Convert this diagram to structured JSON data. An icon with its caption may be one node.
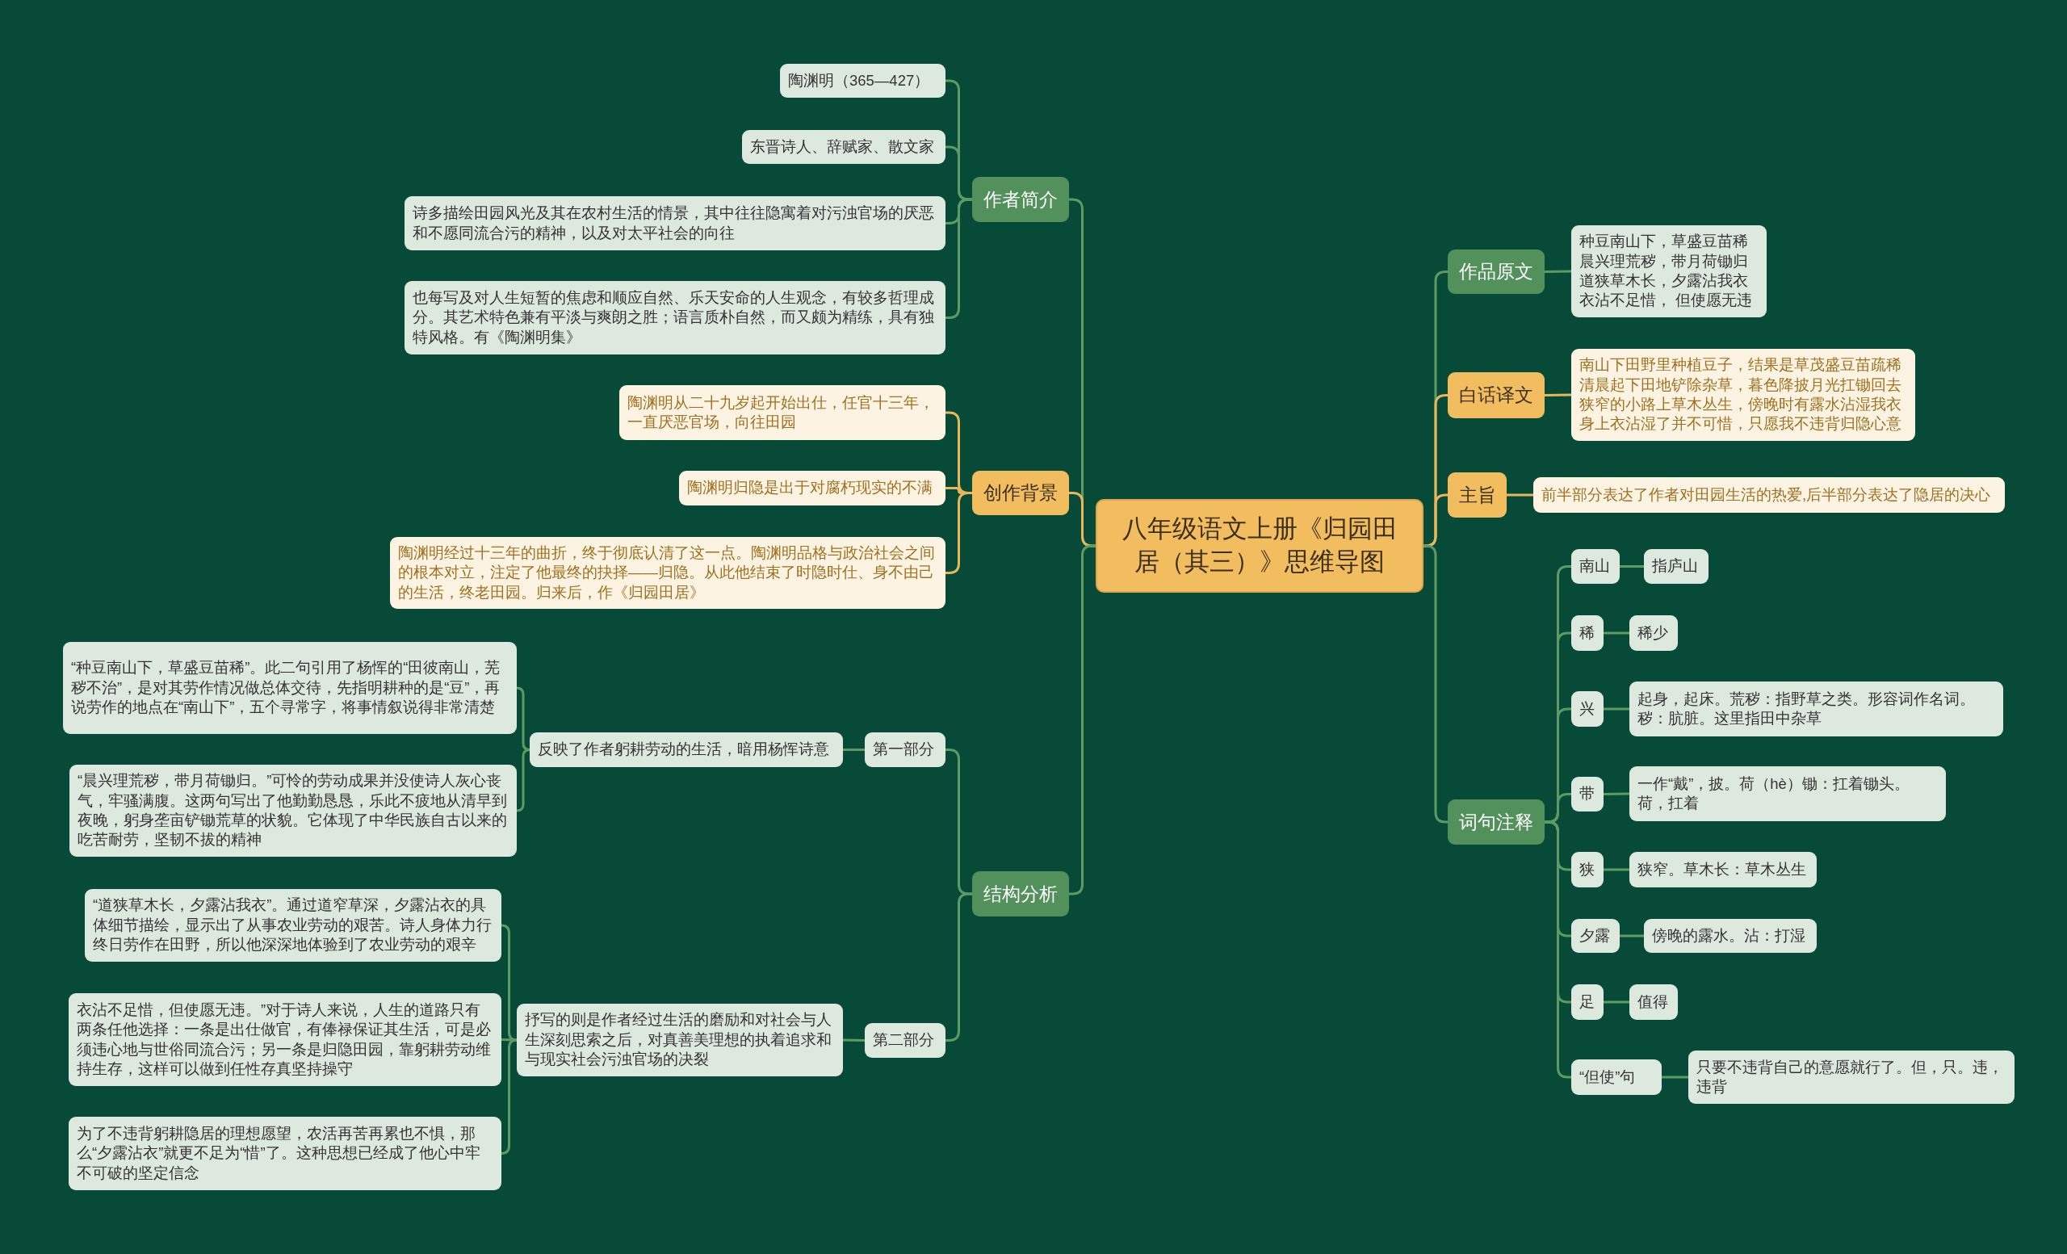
{
  "diagram": {
    "nodes": [
      {
        "text": [
          "八年级语文上册《归园田居（其三）》思维导图"
        ]
      },
      {
        "text": [
          "作者简介"
        ]
      },
      {
        "text": [
          "陶渊明（365—427）"
        ]
      },
      {
        "text": [
          "东晋诗人、辞赋家、散文家"
        ]
      },
      {
        "text": [
          "诗多描绘田园风光及其在农村生活的情景，其中往往隐寓着对污浊官场的厌恶和不愿同流合污的精神，以及对太平社会的向往"
        ]
      },
      {
        "text": [
          "也每写及对人生短暂的焦虑和顺应自然、乐天安命的人生观念，有较多哲理成分。其艺术特色兼有平淡与爽朗之胜；语言质朴自然，而又颇为精练，具有独特风格。有《陶渊明集》"
        ]
      },
      {
        "text": [
          "创作背景"
        ]
      },
      {
        "text": [
          "陶渊明从二十九岁起开始出仕，任官十三年，一直厌恶官场，向往田园"
        ]
      },
      {
        "text": [
          "陶渊明归隐是出于对腐朽现实的不满"
        ]
      },
      {
        "text": [
          "陶渊明经过十三年的曲折，终于彻底认清了这一点。陶渊明品格与政治社会之间的根本对立，注定了他最终的抉择——归隐。从此他结束了时隐时仕、身不由己的生活，终老田园。归来后，作《归园田居》"
        ]
      },
      {
        "text": [
          "结构分析"
        ]
      },
      {
        "text": [
          "第一部分"
        ]
      },
      {
        "text": [
          "反映了作者躬耕劳动的生活，暗用杨恽诗意"
        ]
      },
      {
        "text": [
          "“种豆南山下，草盛豆苗稀”。此二句引用了杨恽的“田彼南山，芜秽不治”，是对其劳作情况做总体交待，先指明耕种的是“豆”，再说劳作的地点在“南山下”，五个寻常字，将事情叙说得非常清楚"
        ]
      },
      {
        "text": [
          "“晨兴理荒秽，带月荷锄归。”可怜的劳动成果并没使诗人灰心丧气，牢骚满腹。这两句写出了他勤勤恳恳，乐此不疲地从清早到夜晚，躬身垄亩铲锄荒草的状貌。它体现了中华民族自古以来的吃苦耐劳，坚韧不拔的精神"
        ]
      },
      {
        "text": [
          "第二部分"
        ]
      },
      {
        "text": [
          "抒写的则是作者经过生活的磨励和对社会与人生深刻思索之后，对真善美理想的执着追求和与现实社会污浊官场的决裂"
        ]
      },
      {
        "text": [
          "“道狭草木长，夕露沾我衣”。通过道窄草深，夕露沾衣的具体细节描绘，显示出了从事农业劳动的艰苦。诗人身体力行终日劳作在田野，所以他深深地体验到了农业劳动的艰辛"
        ]
      },
      {
        "text": [
          "衣沾不足惜，但使愿无违。”对于诗人来说，人生的道路只有两条任他选择：一条是出仕做官，有俸禄保证其生活，可是必须违心地与世俗同流合污；另一条是归隐田园，靠躬耕劳动维持生存，这样可以做到任性存真坚持操守"
        ]
      },
      {
        "text": [
          "为了不违背躬耕隐居的理想愿望，农活再苦再累也不惧，那么“夕露沾衣”就更不足为“惜”了。这种思想已经成了他心中牢不可破的坚定信念"
        ]
      },
      {
        "text": [
          "作品原文"
        ]
      },
      {
        "text": [
          "种豆南山下，草盛豆苗稀晨兴理荒秽，带月荷锄归道狭草木长，夕露沾我衣衣沾不足惜， 但使愿无违"
        ]
      },
      {
        "text": [
          "白话译文"
        ]
      },
      {
        "text": [
          "南山下田野里种植豆子，结果是草茂盛豆苗疏稀清晨起下田地铲除杂草，暮色降披月光扛锄回去狭窄的小路上草木丛生，傍晚时有露水沾湿我衣身上衣沾湿了并不可惜，只愿我不违背归隐心意"
        ]
      },
      {
        "text": [
          "主旨"
        ]
      },
      {
        "text": [
          "前半部分表达了作者对田园生活的热爱,后半部分表达了隐居的决心"
        ]
      },
      {
        "text": [
          "词句注释"
        ]
      },
      {
        "text": [
          "南山"
        ]
      },
      {
        "text": [
          "指庐山"
        ]
      },
      {
        "text": [
          "稀"
        ]
      },
      {
        "text": [
          "稀少"
        ]
      },
      {
        "text": [
          "兴"
        ]
      },
      {
        "text": [
          "起身，起床。荒秽：指野草之类。形容词作名词。秽：肮脏。这里指田中杂草"
        ]
      },
      {
        "text": [
          "带"
        ]
      },
      {
        "text": [
          "一作“戴”，披。荷（hè）锄：扛着锄头。荷，扛着"
        ]
      },
      {
        "text": [
          "狭"
        ]
      },
      {
        "text": [
          "狭窄。草木长：草木丛生"
        ]
      },
      {
        "text": [
          "夕露"
        ]
      },
      {
        "text": [
          "傍晚的露水。沾：打湿"
        ]
      },
      {
        "text": [
          "足"
        ]
      },
      {
        "text": [
          "值得"
        ]
      },
      {
        "text": [
          "“但使”句"
        ]
      },
      {
        "text": [
          "只要不违背自己的意愿就行了。但，只。违，违背"
        ]
      }
    ],
    "edges": [
      {
        "from": 0,
        "to": 1,
        "arrow": "none"
      },
      {
        "from": 1,
        "to": 2,
        "arrow": "none"
      },
      {
        "from": 1,
        "to": 3,
        "arrow": "none"
      },
      {
        "from": 1,
        "to": 4,
        "arrow": "none"
      },
      {
        "from": 1,
        "to": 5,
        "arrow": "none"
      },
      {
        "from": 0,
        "to": 6,
        "arrow": "none",
        "color": "#e9b65c"
      },
      {
        "from": 6,
        "to": 7,
        "arrow": "none",
        "color": "#e9b65c"
      },
      {
        "from": 6,
        "to": 8,
        "arrow": "none",
        "color": "#e9b65c"
      },
      {
        "from": 6,
        "to": 9,
        "arrow": "none",
        "color": "#e9b65c"
      },
      {
        "from": 0,
        "to": 10,
        "arrow": "none"
      },
      {
        "from": 10,
        "to": 11,
        "arrow": "none"
      },
      {
        "from": 11,
        "to": 12,
        "arrow": "none"
      },
      {
        "from": 12,
        "to": 13,
        "arrow": "none"
      },
      {
        "from": 12,
        "to": 14,
        "arrow": "none"
      },
      {
        "from": 10,
        "to": 15,
        "arrow": "none"
      },
      {
        "from": 15,
        "to": 16,
        "arrow": "none"
      },
      {
        "from": 16,
        "to": 17,
        "arrow": "none"
      },
      {
        "from": 16,
        "to": 18,
        "arrow": "none"
      },
      {
        "from": 16,
        "to": 19,
        "arrow": "none"
      },
      {
        "from": 0,
        "to": 20,
        "arrow": "none"
      },
      {
        "from": 20,
        "to": 21,
        "arrow": "none"
      },
      {
        "from": 0,
        "to": 22,
        "arrow": "none",
        "color": "#e9b65c"
      },
      {
        "from": 22,
        "to": 23,
        "arrow": "none",
        "color": "#e9b65c"
      },
      {
        "from": 0,
        "to": 24,
        "arrow": "none",
        "color": "#e9b65c"
      },
      {
        "from": 24,
        "to": 25,
        "arrow": "none",
        "color": "#e9b65c"
      },
      {
        "from": 0,
        "to": 26,
        "arrow": "none"
      },
      {
        "from": 26,
        "to": 27,
        "arrow": "none"
      },
      {
        "from": 27,
        "to": 28,
        "arrow": "none"
      },
      {
        "from": 26,
        "to": 29,
        "arrow": "none"
      },
      {
        "from": 29,
        "to": 30,
        "arrow": "none"
      },
      {
        "from": 26,
        "to": 31,
        "arrow": "none"
      },
      {
        "from": 31,
        "to": 32,
        "arrow": "none"
      },
      {
        "from": 26,
        "to": 33,
        "arrow": "none"
      },
      {
        "from": 33,
        "to": 34,
        "arrow": "none"
      },
      {
        "from": 26,
        "to": 35,
        "arrow": "none"
      },
      {
        "from": 35,
        "to": 36,
        "arrow": "none"
      },
      {
        "from": 26,
        "to": 37,
        "arrow": "none"
      },
      {
        "from": 37,
        "to": 38,
        "arrow": "none"
      },
      {
        "from": 26,
        "to": 39,
        "arrow": "none"
      },
      {
        "from": 39,
        "to": 40,
        "arrow": "none"
      },
      {
        "from": 26,
        "to": 41,
        "arrow": "none"
      },
      {
        "from": 41,
        "to": 42,
        "arrow": "none"
      }
    ]
  }
}
